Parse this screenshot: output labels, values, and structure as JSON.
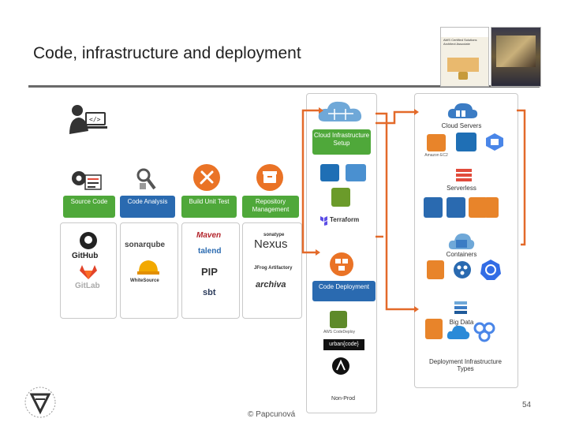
{
  "title": "Code, infrastructure and deployment",
  "book1": {
    "header": "AWS Certified Solutions Architect Associate"
  },
  "pipeline": {
    "source_code": "Source Code",
    "code_analysis": "Code Analysis",
    "build_unit_test": "Build Unit Test",
    "repository_management": "Repository Management"
  },
  "tools": {
    "github": "GitHub",
    "gitlab": "GitLab",
    "sonarqube": "sonarqube",
    "whitesource": "WhiteSource",
    "maven": "Maven",
    "talend": "talend",
    "pip": "PIP",
    "sbt": "sbt",
    "sonatype": "sonatype",
    "nexus": "Nexus",
    "jfrog": "JFrog Artifactory",
    "archiva": "archiva"
  },
  "infra": {
    "setup": "Cloud Infrastructure Setup",
    "terraform": "Terraform",
    "code_deployment": "Code Deployment",
    "aws_codedeploy": "AWS CodeDeploy",
    "urbancode": "urban{code}",
    "non_prod": "Non-Prod"
  },
  "prod": {
    "cloud_servers": "Cloud Servers",
    "amazon_ec2": "Amazon EC2",
    "serverless": "Serverless",
    "containers": "Containers",
    "big_data": "Big Data",
    "deployment_types": "Deployment Infrastructure Types"
  },
  "footer": {
    "author": "© Papcunová",
    "page": "54"
  },
  "colors": {
    "green": "#4fa83a",
    "blue": "#2a6ab0",
    "orange": "#ea7326",
    "aws_orange": "#e8842a",
    "arrow": "#e36a2a"
  }
}
